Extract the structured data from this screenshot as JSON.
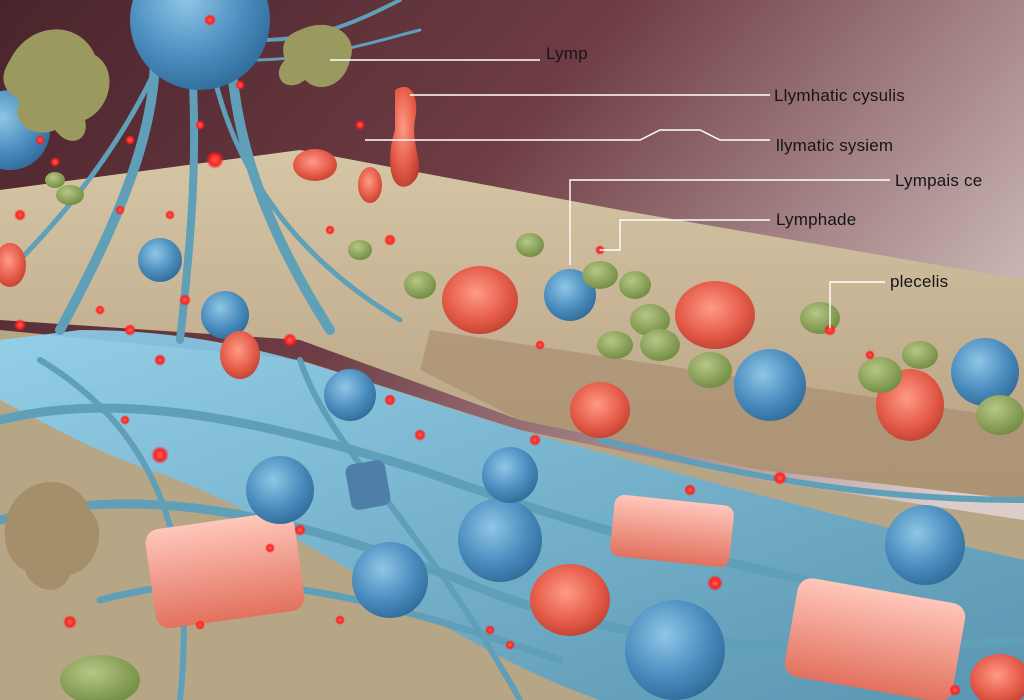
{
  "labels": {
    "lymp": "Lymp",
    "lymhatic_cysulis": "Llymhatic cysulis",
    "lymatic_sysiem": "llymatic sysiem",
    "lympais_ce": "Lympais ce",
    "lymphade": "Lymphade",
    "plecelis": "plecelis"
  },
  "colors": {
    "background_top": "#5a2f36",
    "background_right": "#d9c9c6",
    "tissue": "#c8b79a",
    "lymph_vessel": "#5f9fb7",
    "lymph_fluid": "#7ec3e4",
    "lymphocyte": "#4e8fc0",
    "red_blood_cell": "#e0604f",
    "green_cell": "#8fa55b",
    "tissue_block": "#f3a79a",
    "particle": "#ff2a2a",
    "leader_line": "#ffffff"
  }
}
